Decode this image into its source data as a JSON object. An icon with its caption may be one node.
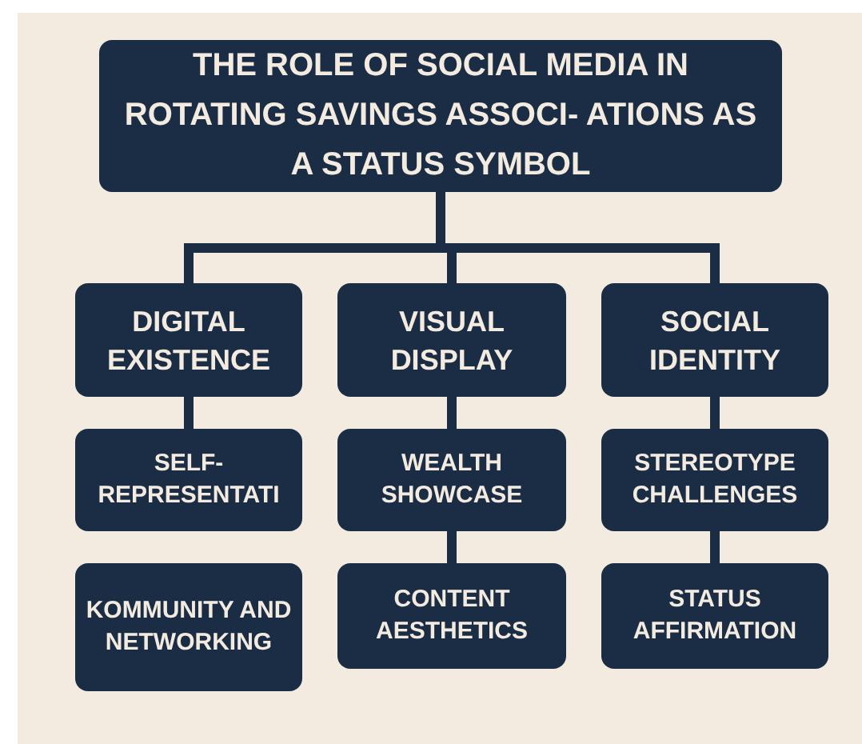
{
  "diagram": {
    "nodes": [
      {
        "text": [
          "THE ROLE OF SOCIAL MEDIA IN ROTATING SAVINGS ASSOCI- ATIONS AS A STATUS SYMBOL"
        ]
      },
      {
        "text": [
          "DIGITAL EXISTENCE"
        ]
      },
      {
        "text": [
          "VISUAL DISPLAY"
        ]
      },
      {
        "text": [
          "SOCIAL IDENTITY"
        ]
      },
      {
        "text": [
          "SELF-REPRESENTATI"
        ]
      },
      {
        "text": [
          "KOMMUNITY AND NETWORKING"
        ]
      },
      {
        "text": [
          "WEALTH SHOWCASE"
        ]
      },
      {
        "text": [
          "CONTENT AESTHETICS"
        ]
      },
      {
        "text": [
          "STEREOTYPE CHALLENGES"
        ]
      },
      {
        "text": [
          "STATUS AFFIRMATION"
        ]
      }
    ],
    "edges": [
      {
        "from": 0,
        "to": 1,
        "arrow": "none"
      },
      {
        "from": 0,
        "to": 2,
        "arrow": "none"
      },
      {
        "from": 0,
        "to": 3,
        "arrow": "none"
      },
      {
        "from": 1,
        "to": 4,
        "arrow": "none"
      },
      {
        "from": 2,
        "to": 6,
        "arrow": "none"
      },
      {
        "from": 6,
        "to": 7,
        "arrow": "none"
      },
      {
        "from": 3,
        "to": 8,
        "arrow": "none"
      },
      {
        "from": 8,
        "to": 9,
        "arrow": "none"
      }
    ]
  }
}
